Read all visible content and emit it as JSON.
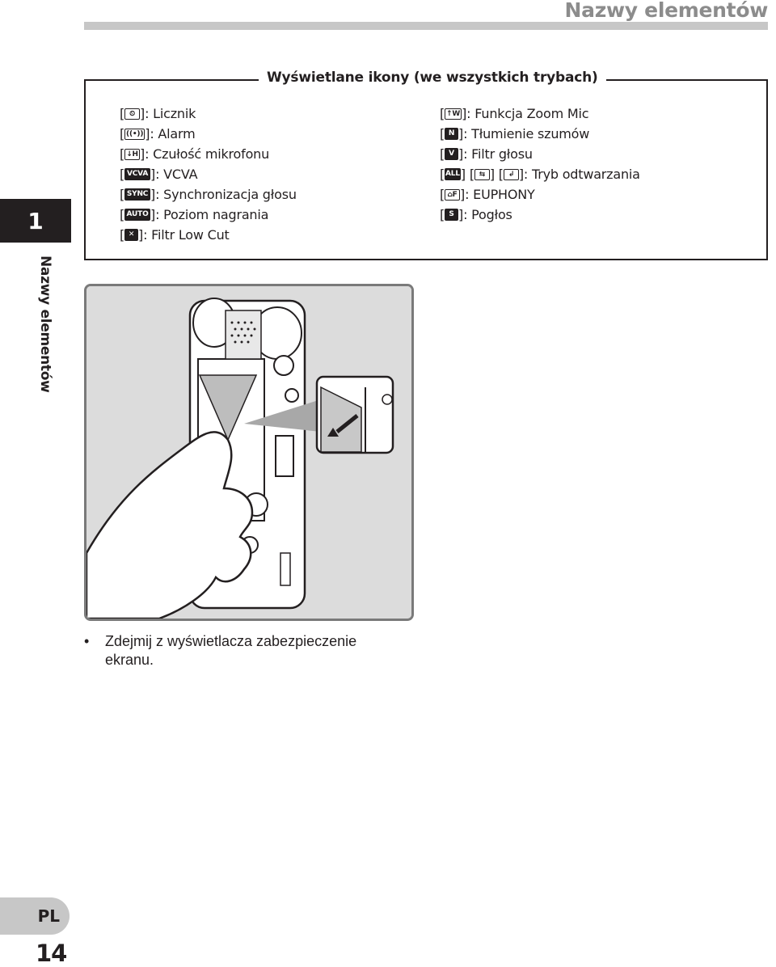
{
  "header": {
    "section_title": "Nazwy elementów"
  },
  "sidebar": {
    "chapter_number": "1",
    "chapter_label": "Nazwy elementów"
  },
  "icons_box": {
    "title": "Wyświetlane ikony (we wszystkich trybach)",
    "left": [
      {
        "icon": "timer-icon",
        "glyph": "⏲",
        "label": ": Licznik"
      },
      {
        "icon": "alarm-icon",
        "glyph": "((•))",
        "label": ": Alarm"
      },
      {
        "icon": "mic-sensitivity-icon",
        "glyph": "↓H",
        "label": ": Czułość mikrofonu"
      },
      {
        "icon": "vcva-icon",
        "glyph": "VCVA",
        "label": ": VCVA"
      },
      {
        "icon": "sync-icon",
        "glyph": "SYNC",
        "label": ": Synchronizacja głosu"
      },
      {
        "icon": "auto-level-icon",
        "glyph": "AUTO",
        "label": ": Poziom nagrania"
      },
      {
        "icon": "low-cut-icon",
        "glyph": "✕",
        "label": ": Filtr Low Cut"
      }
    ],
    "right": [
      {
        "icon": "zoom-mic-icon",
        "glyph": "↑W",
        "label": ": Funkcja Zoom Mic"
      },
      {
        "icon": "noise-cancel-icon",
        "glyph": "N",
        "label": ": Tłumienie szumów"
      },
      {
        "icon": "voice-filter-icon",
        "glyph": "V",
        "label": ": Filtr głosu"
      },
      {
        "icon": "play-mode-icons",
        "glyph": "ALL",
        "label": ": Tryb odtwarzania"
      },
      {
        "icon": "euphony-icon",
        "glyph": "⌂F",
        "label": ": EUPHONY"
      },
      {
        "icon": "reverb-icon",
        "glyph": "S",
        "label": ": Pogłos"
      }
    ]
  },
  "bullet": {
    "marker": "•",
    "text": "Zdejmij z wyświetlacza zabezpieczenie ekranu."
  },
  "footer": {
    "lang": "PL",
    "page_number": "14"
  }
}
